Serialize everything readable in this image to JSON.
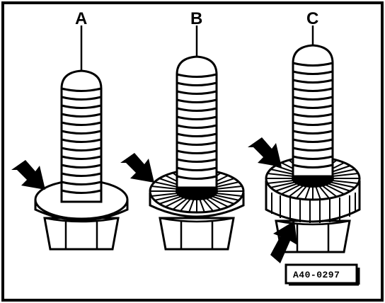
{
  "labels": {
    "a": "A",
    "b": "B",
    "c": "C"
  },
  "figure_code": "A40-0297",
  "colors": {
    "ink": "#000000",
    "paper": "#ffffff"
  }
}
